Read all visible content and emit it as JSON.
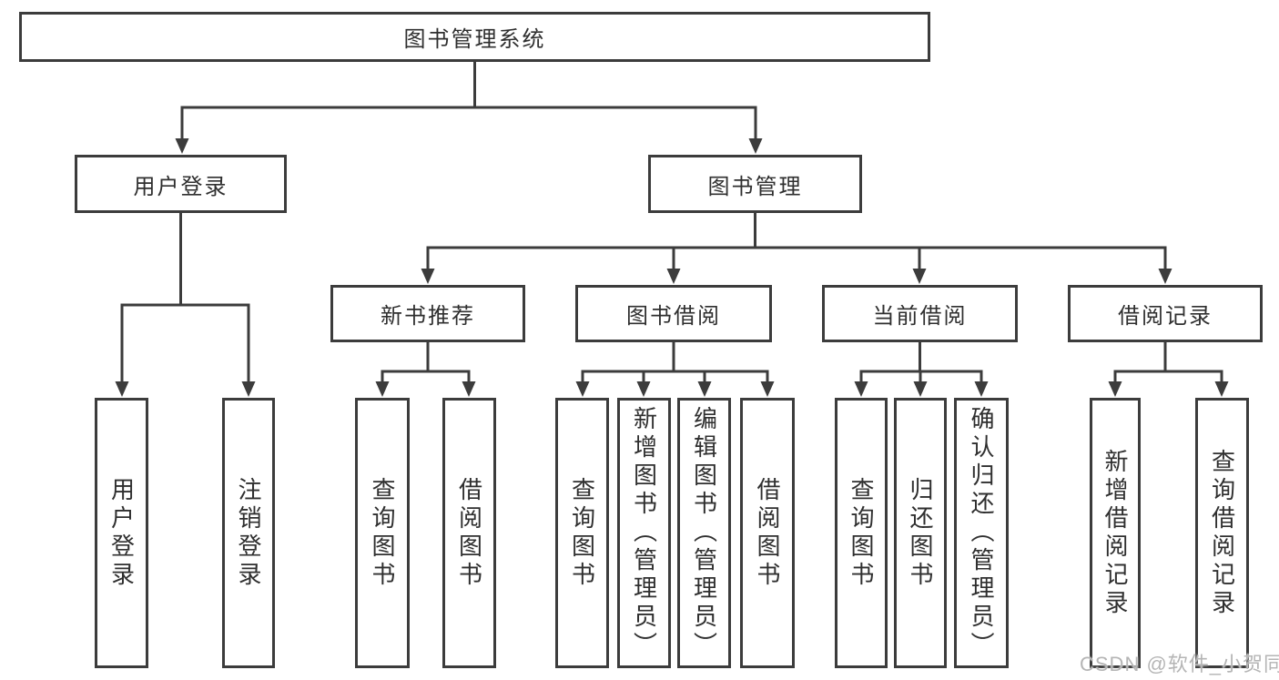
{
  "tree": {
    "label": "图书管理系统",
    "children": [
      {
        "label": "用户登录",
        "children": [
          {
            "label": "用户登录"
          },
          {
            "label": "注销登录"
          }
        ]
      },
      {
        "label": "图书管理",
        "children": [
          {
            "label": "新书推荐",
            "children": [
              {
                "label": "查询图书"
              },
              {
                "label": "借阅图书"
              }
            ]
          },
          {
            "label": "图书借阅",
            "children": [
              {
                "label": "查询图书"
              },
              {
                "label": "新增图书（管理员）"
              },
              {
                "label": "编辑图书（管理员）"
              },
              {
                "label": "借阅图书"
              }
            ]
          },
          {
            "label": "当前借阅",
            "children": [
              {
                "label": "查询图书"
              },
              {
                "label": "归还图书"
              },
              {
                "label": "确认归还（管理员）"
              }
            ]
          },
          {
            "label": "借阅记录",
            "children": [
              {
                "label": "新增借阅记录"
              },
              {
                "label": "查询借阅记录"
              }
            ]
          }
        ]
      }
    ]
  },
  "watermark": "CSDN @软件_小贺同学",
  "colors": {
    "line": "#3c3c3c",
    "box_border": "#3c3c3c",
    "text": "#2f2f2f",
    "background": "#ffffff",
    "watermark": "#b5b5b5"
  }
}
